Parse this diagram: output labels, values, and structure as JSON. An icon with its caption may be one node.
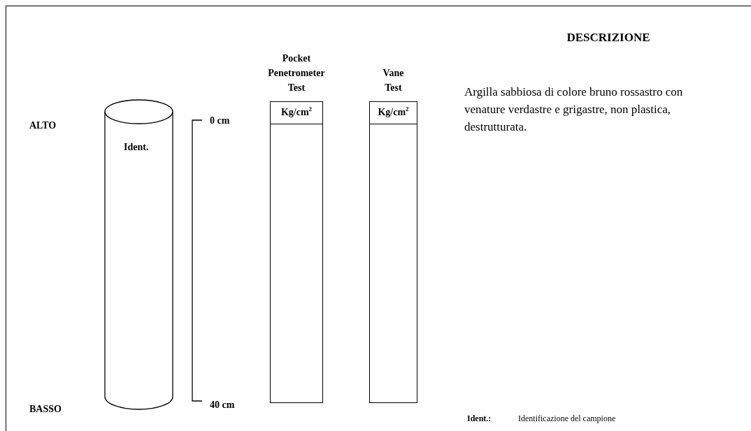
{
  "diagram": {
    "nodes": [
      {
        "text": [
          "Ident."
        ]
      },
      {
        "text": [
          "Pocket Penetrometer Test",
          "Kg/cm$^{2}$"
        ]
      },
      {
        "text": [
          "Vane Test",
          "Kg/cm$^{2}$"
        ]
      }
    ],
    "edges": [],
    "labels": [
      "DESCRIZIONE",
      "ALTO",
      "0 cm",
      "Argilla sabbiosa di colore bruno rossastro con venature verdastre e grigastre, non plastica, destrutturata.",
      "BASSO",
      "40 cm",
      "Ident.:",
      "Identificazione del campione"
    ]
  }
}
